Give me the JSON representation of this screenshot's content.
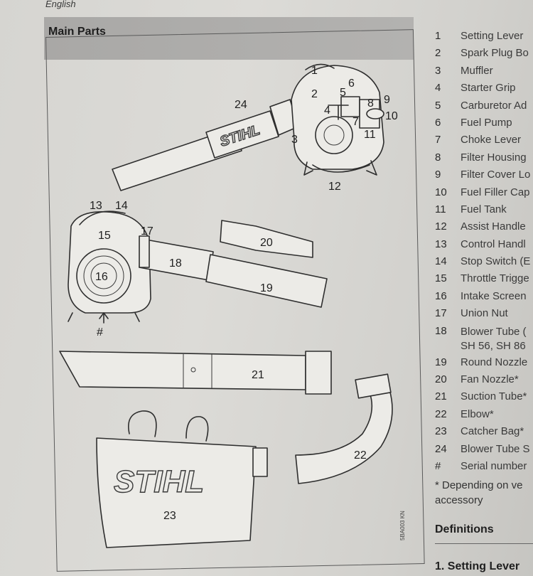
{
  "header": {
    "language": "English",
    "section_title": "Main Parts"
  },
  "figure": {
    "code": "5BA003 KN",
    "brand": "STIHL",
    "callouts": [
      "1",
      "2",
      "3",
      "4",
      "5",
      "6",
      "7",
      "8",
      "9",
      "10",
      "11",
      "12",
      "13",
      "14",
      "15",
      "16",
      "17",
      "18",
      "19",
      "20",
      "21",
      "22",
      "23",
      "24",
      "#"
    ]
  },
  "legend": [
    {
      "num": "1",
      "label": "Setting Lever"
    },
    {
      "num": "2",
      "label": "Spark Plug Bo"
    },
    {
      "num": "3",
      "label": "Muffler"
    },
    {
      "num": "4",
      "label": "Starter Grip"
    },
    {
      "num": "5",
      "label": "Carburetor Ad"
    },
    {
      "num": "6",
      "label": "Fuel Pump"
    },
    {
      "num": "7",
      "label": "Choke Lever"
    },
    {
      "num": "8",
      "label": "Filter Housing"
    },
    {
      "num": "9",
      "label": "Filter Cover Lo"
    },
    {
      "num": "10",
      "label": "Fuel Filler Cap"
    },
    {
      "num": "11",
      "label": "Fuel Tank"
    },
    {
      "num": "12",
      "label": "Assist Handle"
    },
    {
      "num": "13",
      "label": "Control Handl"
    },
    {
      "num": "14",
      "label": "Stop Switch (E"
    },
    {
      "num": "15",
      "label": "Throttle Trigge"
    },
    {
      "num": "16",
      "label": "Intake Screen"
    },
    {
      "num": "17",
      "label": "Union Nut"
    },
    {
      "num": "18",
      "label": "Blower Tube (\nSH 56, SH 86"
    },
    {
      "num": "19",
      "label": "Round Nozzle"
    },
    {
      "num": "20",
      "label": "Fan Nozzle*"
    },
    {
      "num": "21",
      "label": "Suction Tube*"
    },
    {
      "num": "22",
      "label": "Elbow*"
    },
    {
      "num": "23",
      "label": "Catcher Bag*"
    },
    {
      "num": "24",
      "label": "Blower Tube S"
    },
    {
      "num": "#",
      "label": "Serial number"
    }
  ],
  "note": "* Depending on ve\naccessory",
  "definitions": {
    "heading": "Definitions",
    "first_item": "1.  Setting Lever"
  }
}
